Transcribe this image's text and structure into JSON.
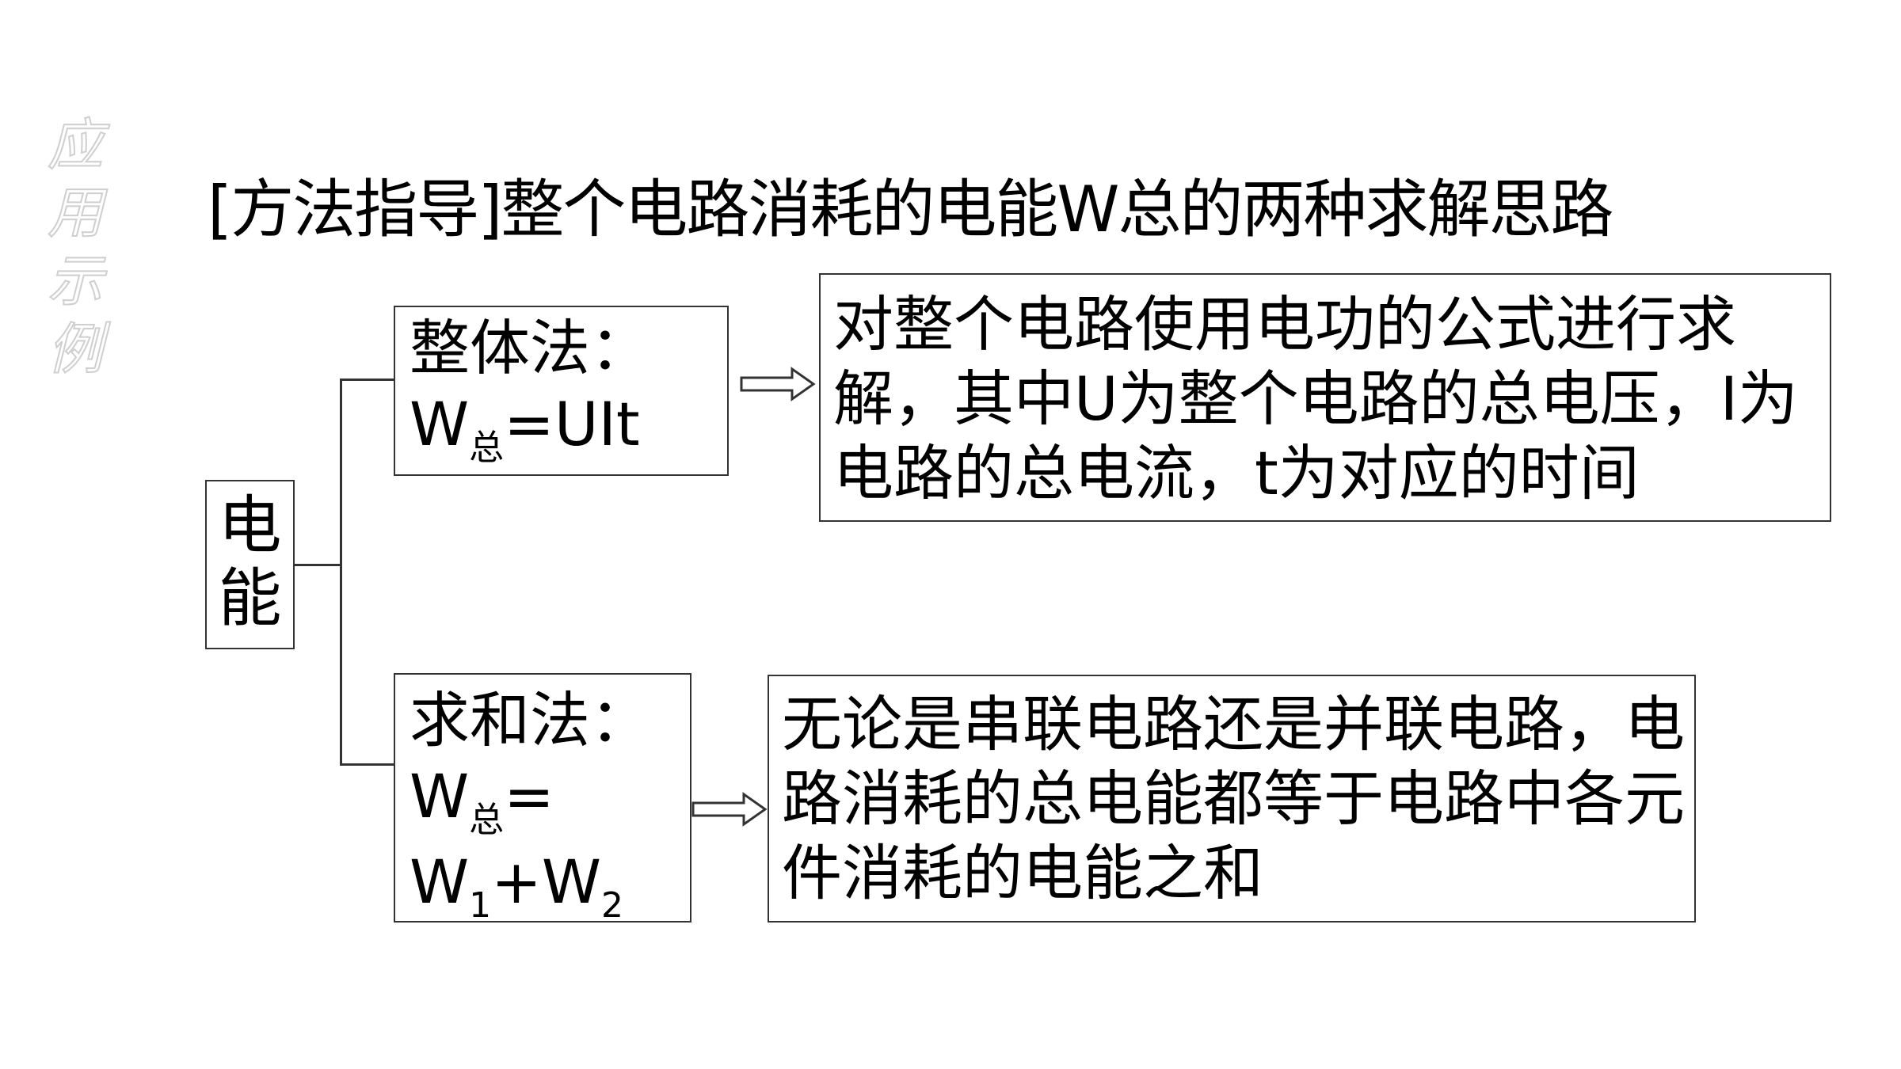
{
  "side_label": [
    "应",
    "用",
    "示",
    "例"
  ],
  "title": "[方法指导]整个电路消耗的电能W总的两种求解思路",
  "energy_box": [
    "电",
    "能"
  ],
  "whole_method": {
    "name": "整体法：",
    "formula_w": "W",
    "formula_sub": "总",
    "formula_rest": "=UIt",
    "description": "对整个电路使用电功的公式进行求解，其中U为整个电路的总电压，I为电路的总电流，t为对应的时间"
  },
  "sum_method": {
    "name": "求和法：",
    "formula_w": "W",
    "formula_sub": "总",
    "formula_eq": "=",
    "w1": "W",
    "w1_sub": "1",
    "plus": "+",
    "w2": "W",
    "w2_sub": "2",
    "description": "无论是串联电路还是并联电路，电路消耗的总电能都等于电路中各元件消耗的电能之和"
  }
}
